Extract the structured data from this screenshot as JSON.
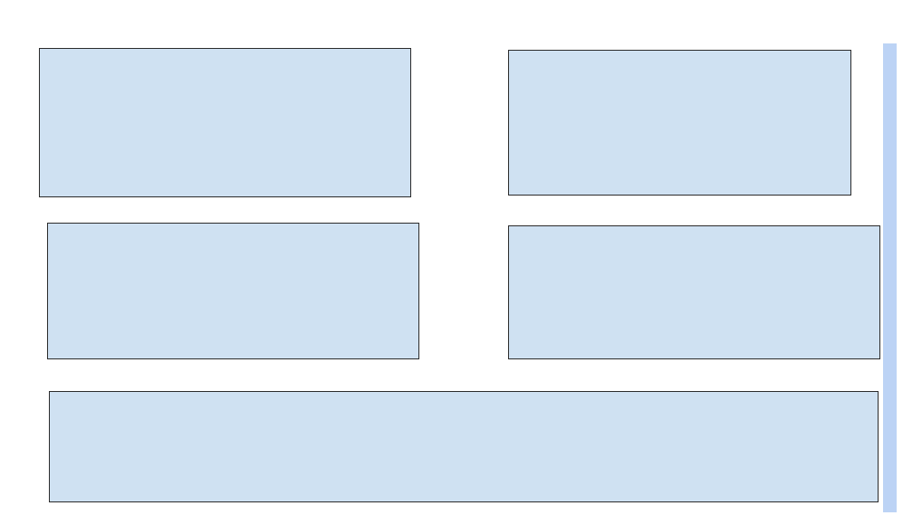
{
  "colors": {
    "page_background": "#ffffff",
    "panel_fill": "#cfe1f2",
    "panel_border": "#2b2b2b",
    "scrollbar": "#bcd3f5"
  },
  "panels": [
    {
      "id": "panel-1",
      "label": ""
    },
    {
      "id": "panel-2",
      "label": ""
    },
    {
      "id": "panel-3",
      "label": ""
    },
    {
      "id": "panel-4",
      "label": ""
    },
    {
      "id": "panel-5",
      "label": ""
    }
  ]
}
